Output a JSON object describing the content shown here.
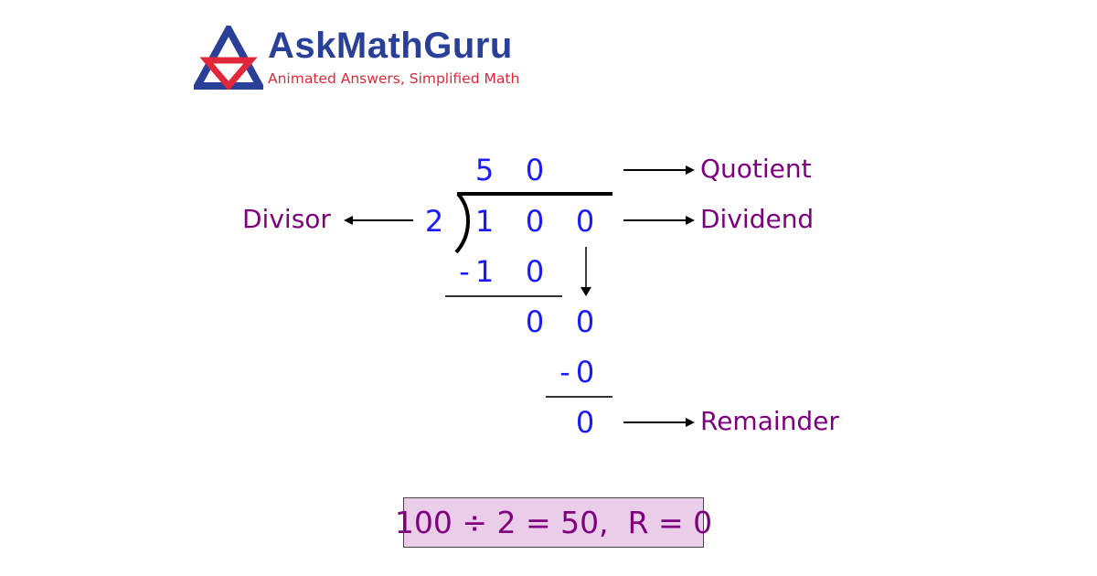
{
  "brand": {
    "name": "AskMathGuru",
    "tagline": "Animated Answers, Simplified Math",
    "colors": {
      "blue": "#2a3f98",
      "red": "#e0283a"
    }
  },
  "division": {
    "quotient_digits": [
      "5",
      "0"
    ],
    "divisor": "2",
    "dividend_digits": [
      "1",
      "0",
      "0"
    ],
    "step1_subtract": [
      "-",
      "1",
      "0"
    ],
    "step2_bringdown": [
      "0",
      "0"
    ],
    "step2_subtract": [
      "-",
      "0"
    ],
    "remainder": "0",
    "digit_color": "#1a1aff"
  },
  "labels": {
    "quotient": "Quotient",
    "dividend": "Dividend",
    "divisor": "Divisor",
    "remainder": "Remainder",
    "color": "#7f007f"
  },
  "result": {
    "equation": "100 ÷ 2 = 50,  R = 0",
    "background": "#e9cde9"
  }
}
